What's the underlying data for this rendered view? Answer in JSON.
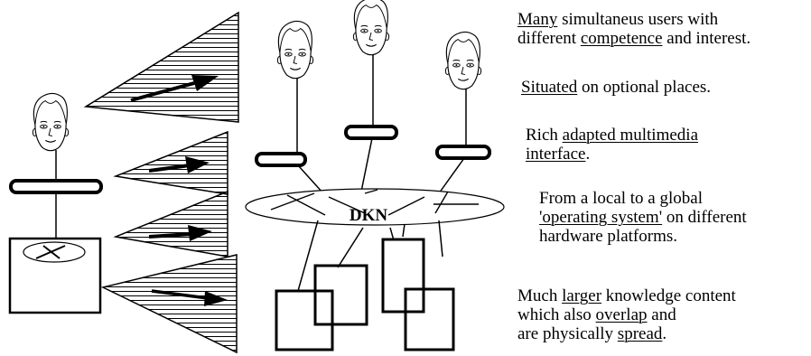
{
  "hub_label": "DKN",
  "notes": [
    {
      "id": "users",
      "lines": [
        [
          {
            "t": "Many",
            "u": true
          },
          {
            "t": " simultaneus users with"
          }
        ],
        [
          {
            "t": "different "
          },
          {
            "t": "competence",
            "u": true
          },
          {
            "t": " and interest."
          }
        ]
      ]
    },
    {
      "id": "situated",
      "lines": [
        [
          {
            "t": "Situated",
            "u": true
          },
          {
            "t": " on optional places."
          }
        ]
      ]
    },
    {
      "id": "interface",
      "lines": [
        [
          {
            "t": "Rich "
          },
          {
            "t": "adapted multimedia",
            "u": true
          }
        ],
        [
          {
            "t": "interface",
            "u": true
          },
          {
            "t": "."
          }
        ]
      ]
    },
    {
      "id": "os",
      "lines": [
        [
          {
            "t": "From a local to a global"
          }
        ],
        [
          {
            "t": "'operating system'",
            "u": true
          },
          {
            "t": " on different"
          }
        ],
        [
          {
            "t": "hardware platforms."
          }
        ]
      ]
    },
    {
      "id": "knowledge",
      "lines": [
        [
          {
            "t": "Much "
          },
          {
            "t": "larger",
            "u": true
          },
          {
            "t": " knowledge content"
          }
        ],
        [
          {
            "t": "which also "
          },
          {
            "t": "overlap",
            "u": true
          },
          {
            "t": " and"
          }
        ],
        [
          {
            "t": "are physically "
          },
          {
            "t": "spread",
            "u": true
          },
          {
            "t": "."
          }
        ]
      ]
    }
  ]
}
